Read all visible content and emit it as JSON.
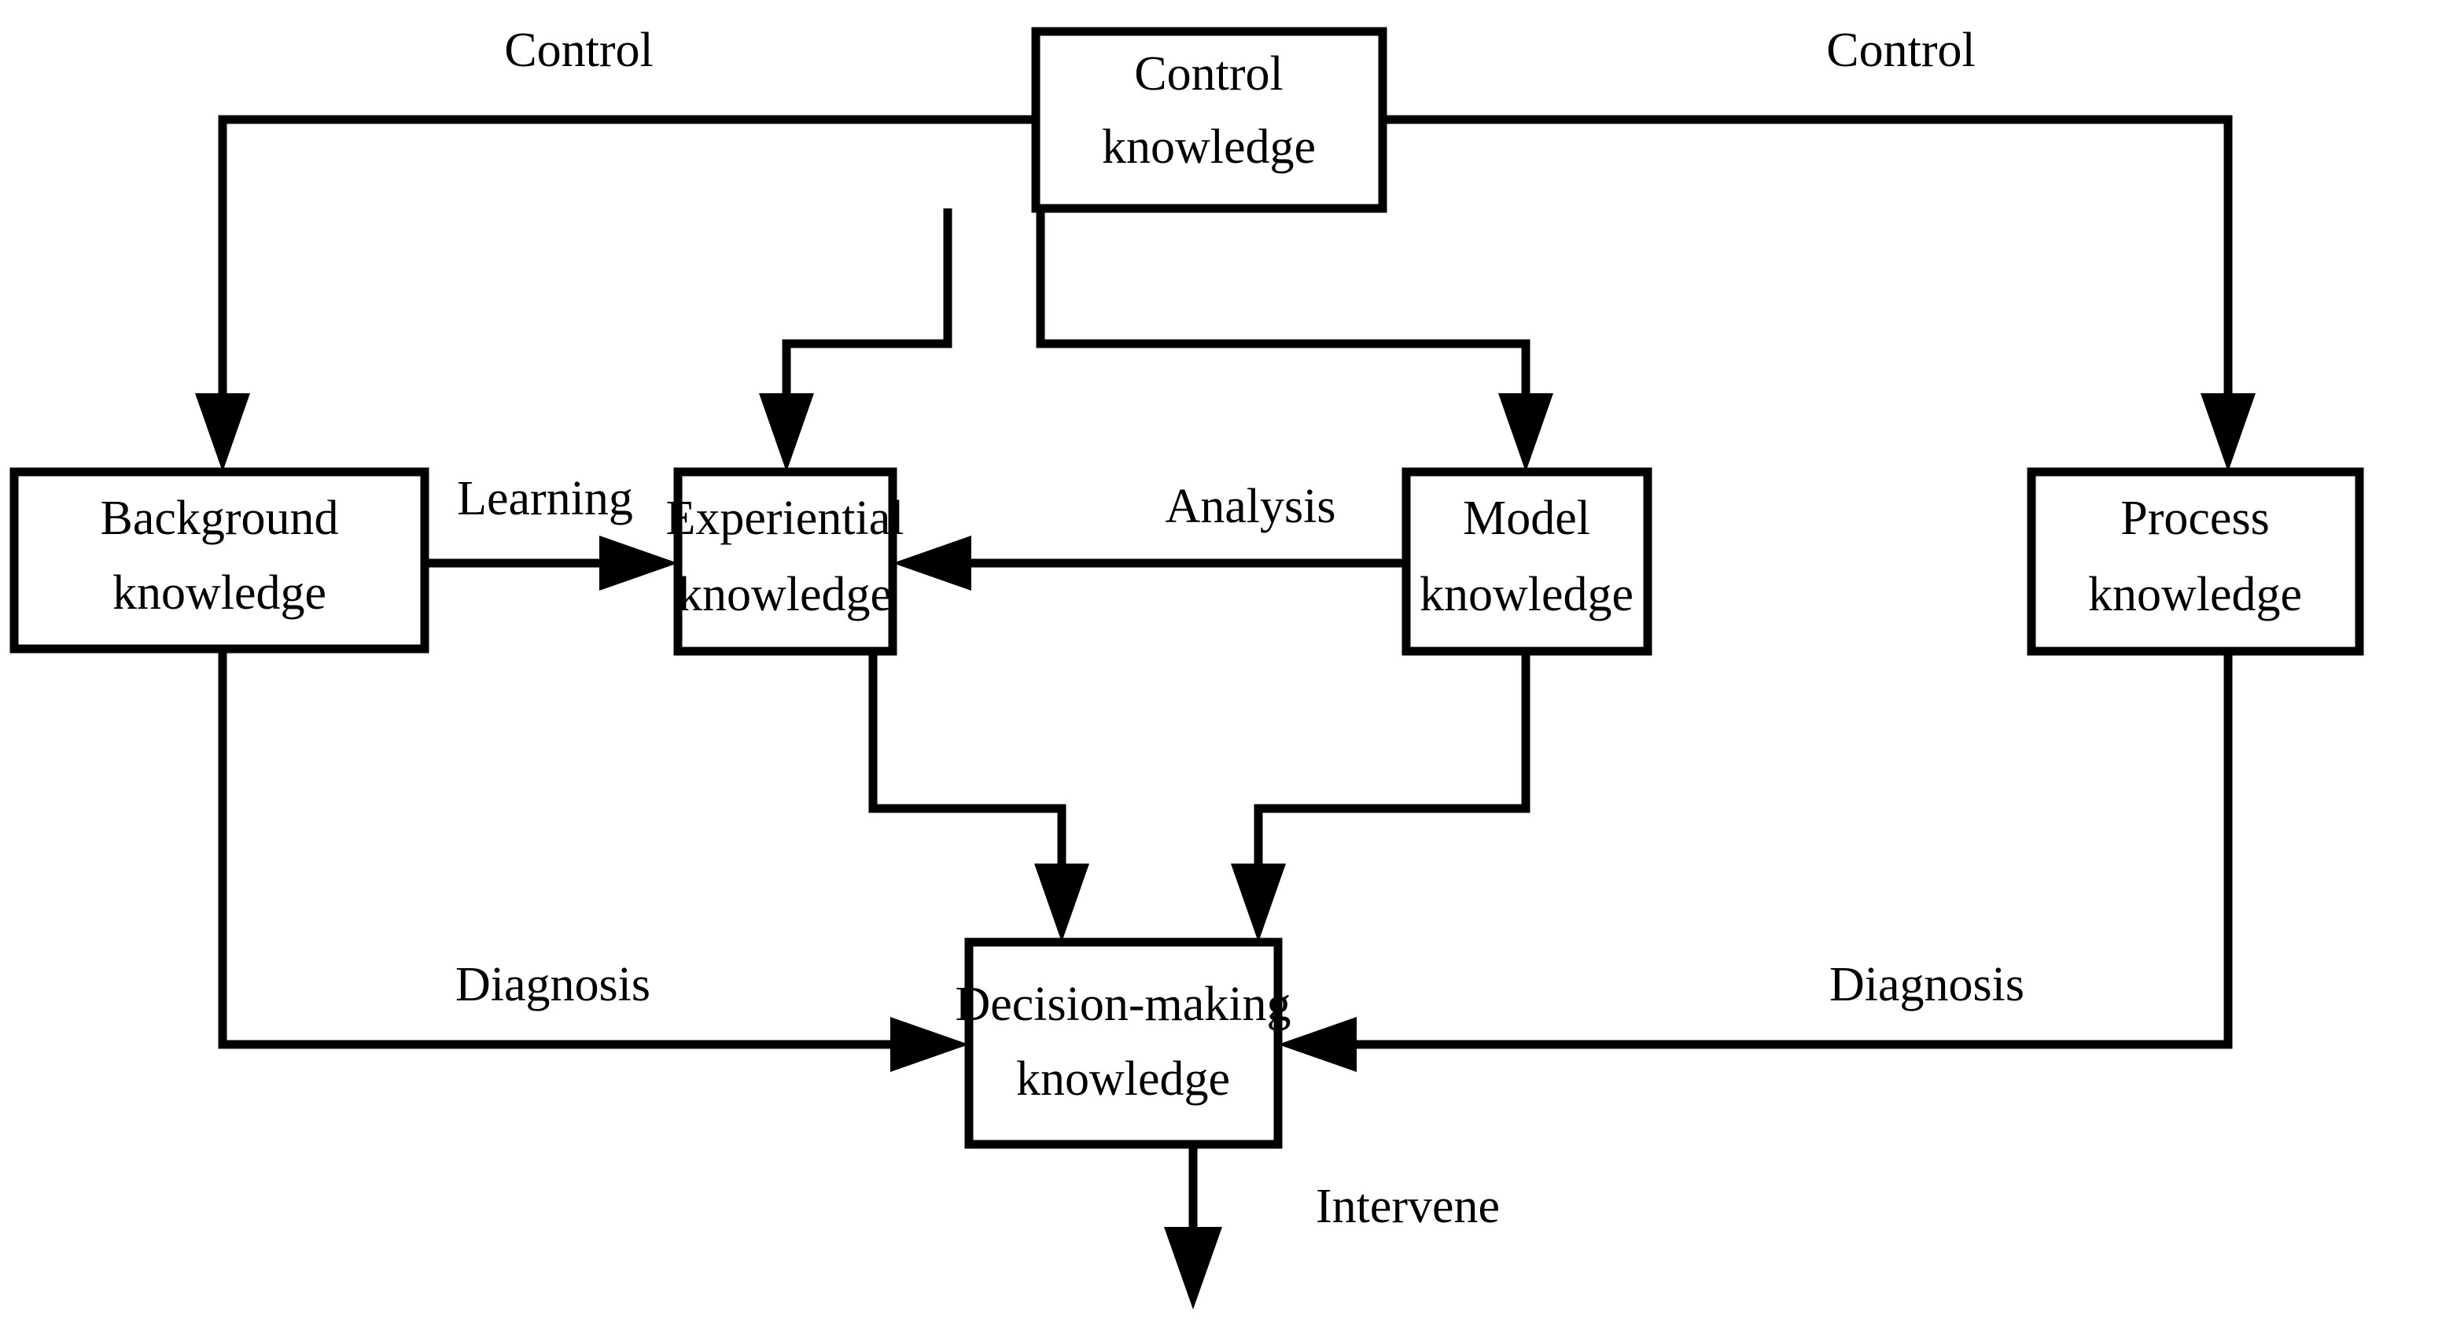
{
  "diagram": {
    "title": "Knowledge structure flow diagram",
    "colors": {
      "stroke": "#000000",
      "fill": "#ffffff",
      "text": "#000000"
    },
    "nodes": [
      {
        "id": "control-knowledge",
        "line1": "Control",
        "line2": "knowledge"
      },
      {
        "id": "background-knowledge",
        "line1": "Background",
        "line2": "knowledge"
      },
      {
        "id": "experiential-knowledge",
        "line1": "Experiential",
        "line2": "knowledge"
      },
      {
        "id": "model-knowledge",
        "line1": "Model",
        "line2": "knowledge"
      },
      {
        "id": "process-knowledge",
        "line1": "Process",
        "line2": "knowledge"
      },
      {
        "id": "decision-making-knowledge",
        "line1": "Decision-making",
        "line2": "knowledge"
      }
    ],
    "edges": [
      {
        "id": "control-to-background",
        "label": "Control"
      },
      {
        "id": "control-to-process",
        "label": "Control"
      },
      {
        "id": "control-to-experiential",
        "label": ""
      },
      {
        "id": "control-to-model",
        "label": ""
      },
      {
        "id": "background-to-experiential",
        "label": "Learning"
      },
      {
        "id": "model-to-experiential",
        "label": "Analysis"
      },
      {
        "id": "experiential-to-decision",
        "label": ""
      },
      {
        "id": "model-to-decision",
        "label": ""
      },
      {
        "id": "background-to-decision",
        "label": "Diagnosis"
      },
      {
        "id": "process-to-decision",
        "label": "Diagnosis"
      },
      {
        "id": "decision-output",
        "label": "Intervene"
      }
    ]
  }
}
